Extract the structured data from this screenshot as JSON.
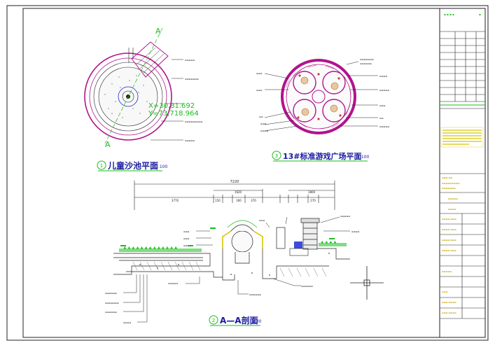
{
  "drawing": {
    "title_sandpool": "儿童沙池平面",
    "scale_sandpool": "1:100",
    "number_sandpool": "1",
    "title_plaza": "13#标准游戏广场平面",
    "scale_plaza": "1:100",
    "number_plaza": "3",
    "title_section": "A—A剖面",
    "scale_section": "1:30",
    "number_section": "2",
    "section_mark": "A",
    "coord_1": "X=30,81.692",
    "coord_2": "Y=73,718.964",
    "dim_total": "7220",
    "dim_1": "1620",
    "dim_2": "1800",
    "dim_3": "3770",
    "dim_4": "150",
    "dim_5": "300",
    "dim_6": "370",
    "dim_7": "270"
  },
  "colors": {
    "line": "#111111",
    "magenta": "#b0148c",
    "green": "#1bbd1b",
    "yellow": "#d8c400",
    "blue": "#1c2bd6",
    "red": "#d42020",
    "dark_blue": "#1a1aa0"
  }
}
